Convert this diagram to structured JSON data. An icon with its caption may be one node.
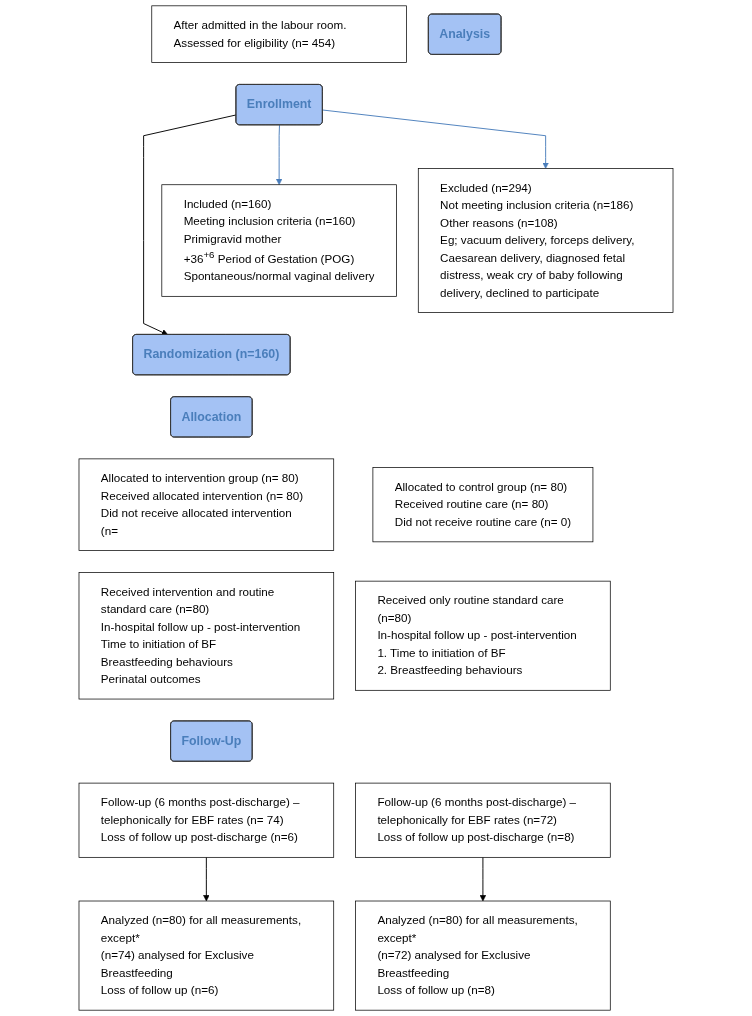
{
  "diagram": {
    "nodes": [
      {
        "text": [
          "After admitted in the labour room. Assessed for eligibility (n= 454)"
        ]
      },
      {
        "text": [
          "Enrollment"
        ]
      },
      {
        "text": [
          "Included (n=160)",
          "Meeting inclusion criteria (n=160)",
          "Primigravid mother",
          "+36$^{+6}$ Period of Gestation (POG)",
          "Spontaneous/normal vaginal delivery"
        ]
      },
      {
        "text": [
          "Excluded (n=294)",
          "Not meeting inclusion criteria (n=186)",
          "Other reasons (n=108)",
          "Eg; vacuum delivery, forceps delivery, Caesarean delivery, diagnosed fetal distress, weak cry of baby following delivery, declined to participate"
        ]
      },
      {
        "text": [
          "Randomization (n=160)"
        ]
      },
      {
        "text": [
          "Allocation"
        ]
      },
      {
        "text": [
          "Allocated to intervention group (n= 80)",
          "Received allocated intervention (n= 80)",
          "Did not receive allocated intervention (n="
        ]
      },
      {
        "text": [
          "Allocated to control group (n= 80)",
          "Received routine care (n= 80)",
          "Did not receive routine care (n= 0)"
        ]
      },
      {
        "text": [
          "Received intervention and routine standard care (n=80)",
          "In-hospital follow up - post-intervention",
          "Time to initiation of BF",
          "Breastfeeding behaviours",
          "Perinatal outcomes"
        ]
      },
      {
        "text": [
          "Received only routine standard care (n=80)",
          "In-hospital follow up - post-intervention",
          "1. Time to initiation of BF",
          "2. Breastfeeding behaviours"
        ]
      },
      {
        "text": [
          "Follow-Up"
        ]
      },
      {
        "text": [
          "Follow-up (6 months post-discharge) – telephonically for EBF rates (n= 74)",
          "Loss of follow up post-discharge (n=6)"
        ]
      },
      {
        "text": [
          "Follow-up (6 months post-discharge) – telephonically for EBF rates (n=72)",
          "Loss of follow up post-discharge (n=8)"
        ]
      },
      {
        "text": [
          "Analysis"
        ]
      },
      {
        "text": [
          "Analyzed (n=80) for all measurements, except*",
          "(n=74) analysed for Exclusive Breastfeeding",
          "Loss of follow up (n=6)"
        ]
      },
      {
        "text": [
          "Analyzed (n=80) for all measurements, except*",
          "(n=72) analysed for Exclusive Breastfeeding",
          "Loss of follow up (n=8)"
        ]
      }
    ],
    "edges": [
      {
        "from": 1,
        "to": 3,
        "arrow": "to",
        "color": "#4a7ebb"
      },
      {
        "from": 1,
        "to": 2,
        "arrow": "to",
        "color": "#4a7ebb"
      },
      {
        "from": 1,
        "to": 4,
        "arrow": "to"
      },
      {
        "from": 11,
        "to": 14,
        "arrow": "to"
      },
      {
        "from": 12,
        "to": 15,
        "arrow": "to"
      }
    ]
  }
}
